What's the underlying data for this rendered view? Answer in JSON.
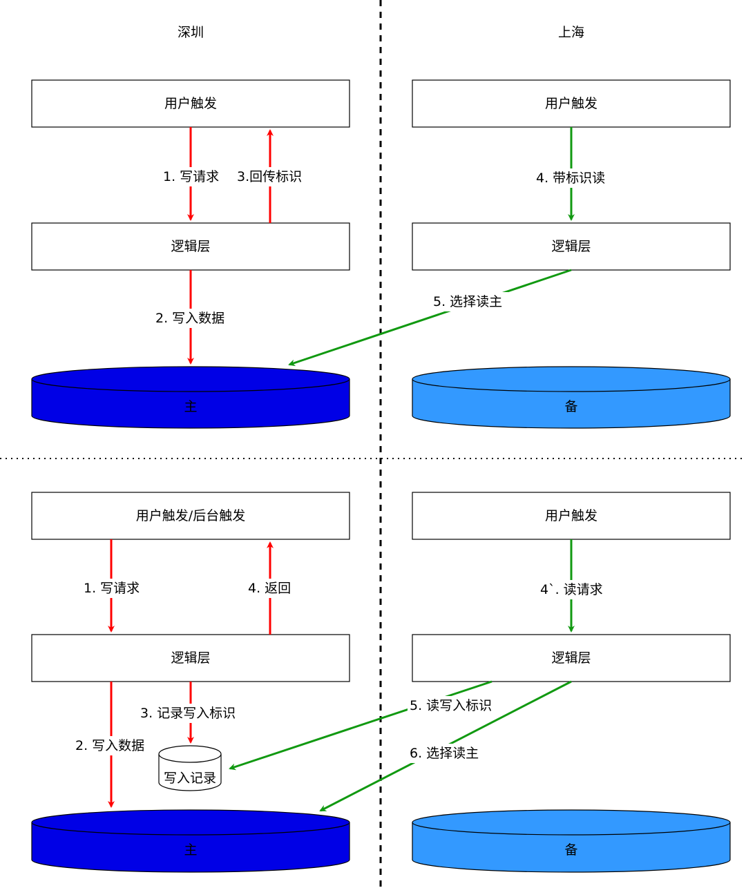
{
  "regions": {
    "left": "深圳",
    "right": "上海"
  },
  "top": {
    "sz": {
      "user": "用户触发",
      "logic": "逻辑层",
      "db": "主",
      "edge_write_request": "1. 写请求",
      "edge_return_token": "3.回传标识",
      "edge_write_data": "2. 写入数据"
    },
    "sh": {
      "user": "用户触发",
      "logic": "逻辑层",
      "db": "备",
      "edge_read_with_token": "4. 带标识读",
      "edge_choose_master": "5. 选择读主"
    }
  },
  "bottom": {
    "sz": {
      "user": "用户触发/后台触发",
      "logic": "逻辑层",
      "db": "主",
      "record_db": "写入记录",
      "edge_write_request": "1. 写请求",
      "edge_return": "4. 返回",
      "edge_record_token": "3. 记录写入标识",
      "edge_write_data": "2. 写入数据"
    },
    "sh": {
      "user": "用户触发",
      "logic": "逻辑层",
      "db": "备",
      "edge_read_request": "4`. 读请求",
      "edge_read_token": "5. 读写入标识",
      "edge_choose_master": "6. 选择读主"
    }
  },
  "colors": {
    "write_path": "#ff0000",
    "read_path": "#119911",
    "master_db": "#0000e6",
    "standby_db": "#3399ff"
  }
}
